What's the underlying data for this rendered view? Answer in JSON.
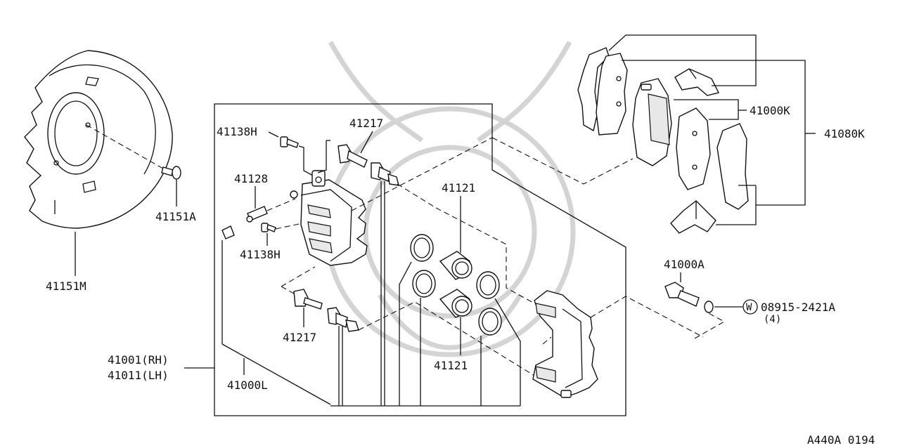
{
  "diagram": {
    "code": "A440A 0194",
    "labels": {
      "backing_plate": "41151M",
      "backing_bolt": "41151A",
      "pin_bolt_top": "41138H",
      "bleeder": "41128",
      "pin_bolt_bottom": "41138H",
      "slide_pin_top": "41217",
      "slide_pin_bottom": "41217",
      "piston_top": "41121",
      "piston_bottom": "41121",
      "caliper_rh": "41001(RH)",
      "caliper_lh": "41011(LH)",
      "seal_kit": "41000L",
      "pad_kit": "41000K",
      "pad_set": "41080K",
      "mount_bolt": "41000A",
      "washer_part": "08915-2421A",
      "washer_marker": "W",
      "washer_qty": "(4)"
    }
  }
}
